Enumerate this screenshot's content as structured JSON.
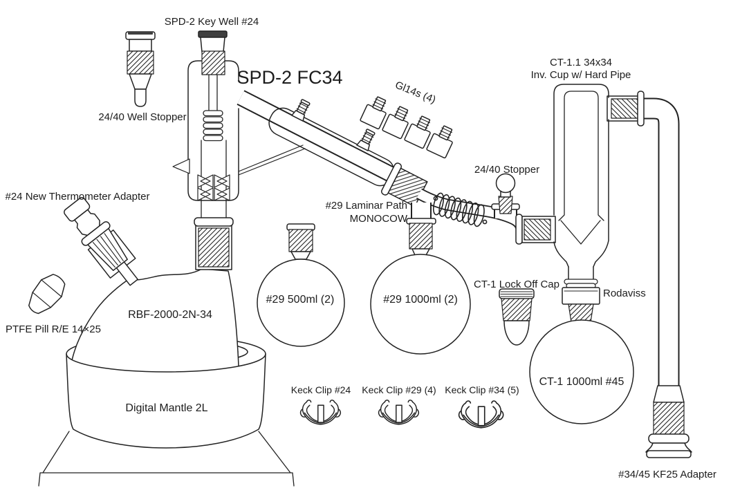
{
  "diagram": {
    "title": "SPD-2 FC34 short path distillation glassware kit",
    "colors": {
      "ink": "#222222",
      "background": "#ffffff"
    },
    "labels": {
      "spd2_key_well": "SPD-2 Key Well #24",
      "well_stopper": "24/40 Well Stopper",
      "spd2_head": "SPD-2 FC34",
      "gl14s": "Gl14s (4)",
      "ct11_line1": "CT-1.1 34x34",
      "ct11_line2": "Inv. Cup w/ Hard Pipe",
      "thermometer_adapter": "#24 New Thermometer Adapter",
      "stopper_2440": "24/40 Stopper",
      "laminar_line1": "#29 Laminar Path",
      "laminar_line2": "MONOCOW",
      "ptfe_pill": "PTFE Pill R/E 14×25",
      "rbf_flask": "RBF-2000-2N-34",
      "flask_500": "#29 500ml (2)",
      "flask_1000": "#29 1000ml (2)",
      "lock_off_cap": "CT-1 Lock Off Cap",
      "rodaviss": "Rodaviss",
      "ct1_flask": "CT-1 1000ml #45",
      "mantle": "Digital Mantle 2L",
      "keck_24": "Keck Clip #24",
      "keck_29": "Keck Clip #29 (4)",
      "keck_34": "Keck Clip #34 (5)",
      "kf25_adapter": "#34/45 KF25 Adapter"
    }
  }
}
